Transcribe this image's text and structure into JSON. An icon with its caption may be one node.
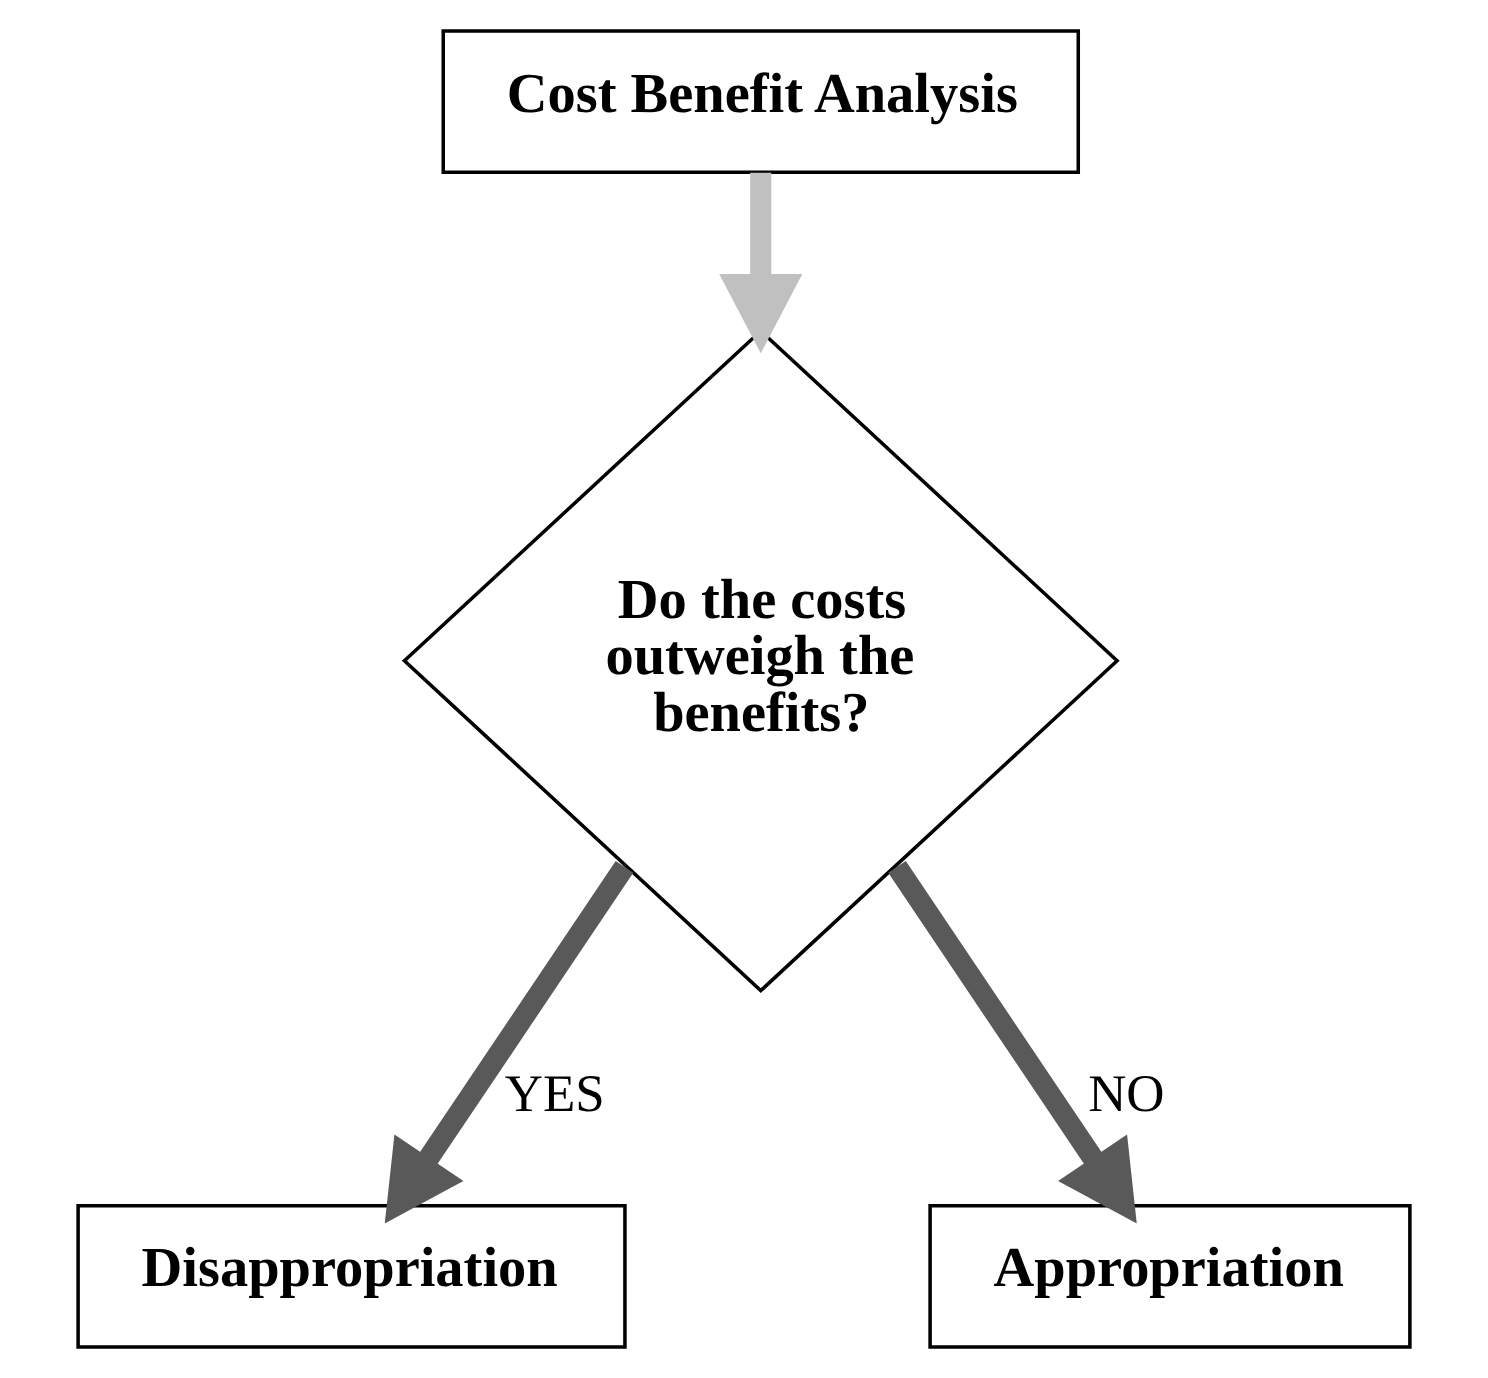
{
  "diagram": {
    "nodes": [
      {
        "text": [
          "Cost Benefit Analysis"
        ]
      },
      {
        "text": [
          "Do the costs outweigh the benefits?"
        ]
      },
      {
        "text": [
          "Disappropriation"
        ]
      },
      {
        "text": [
          "Appropriation"
        ]
      }
    ],
    "edges": [
      {
        "from": 0,
        "to": 1,
        "arrow": "to",
        "color": "#c0c0c0"
      },
      {
        "from": 1,
        "to": 2,
        "arrow": "to",
        "label": "YES"
      },
      {
        "from": 1,
        "to": 3,
        "arrow": "to",
        "label": "NO"
      }
    ]
  }
}
